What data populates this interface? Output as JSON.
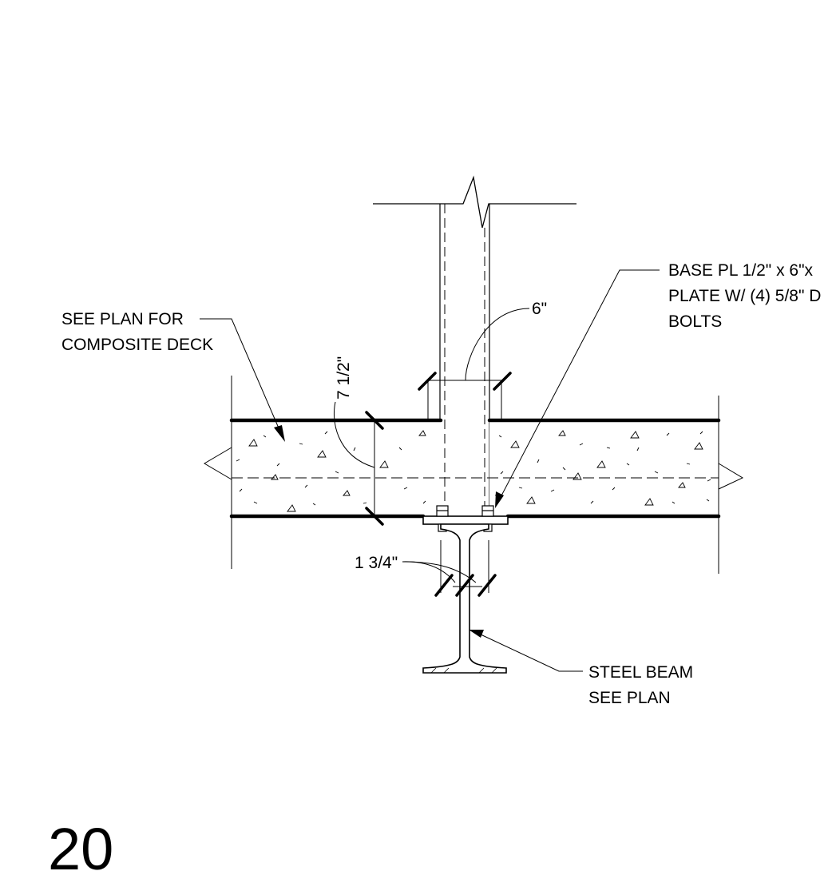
{
  "detail_number": "20",
  "notes": {
    "deck": [
      "SEE PLAN FOR",
      "COMPOSITE DECK"
    ],
    "base_plate": [
      "BASE PL 1/2\" x 6\"x",
      "PLATE W/ (4) 5/8\" D",
      "BOLTS"
    ],
    "steel_beam": [
      "STEEL BEAM",
      "SEE PLAN"
    ]
  },
  "dimensions": {
    "post_width": "6\"",
    "slab_depth": "7 1/2\"",
    "flange_width": "1 3/4\""
  }
}
